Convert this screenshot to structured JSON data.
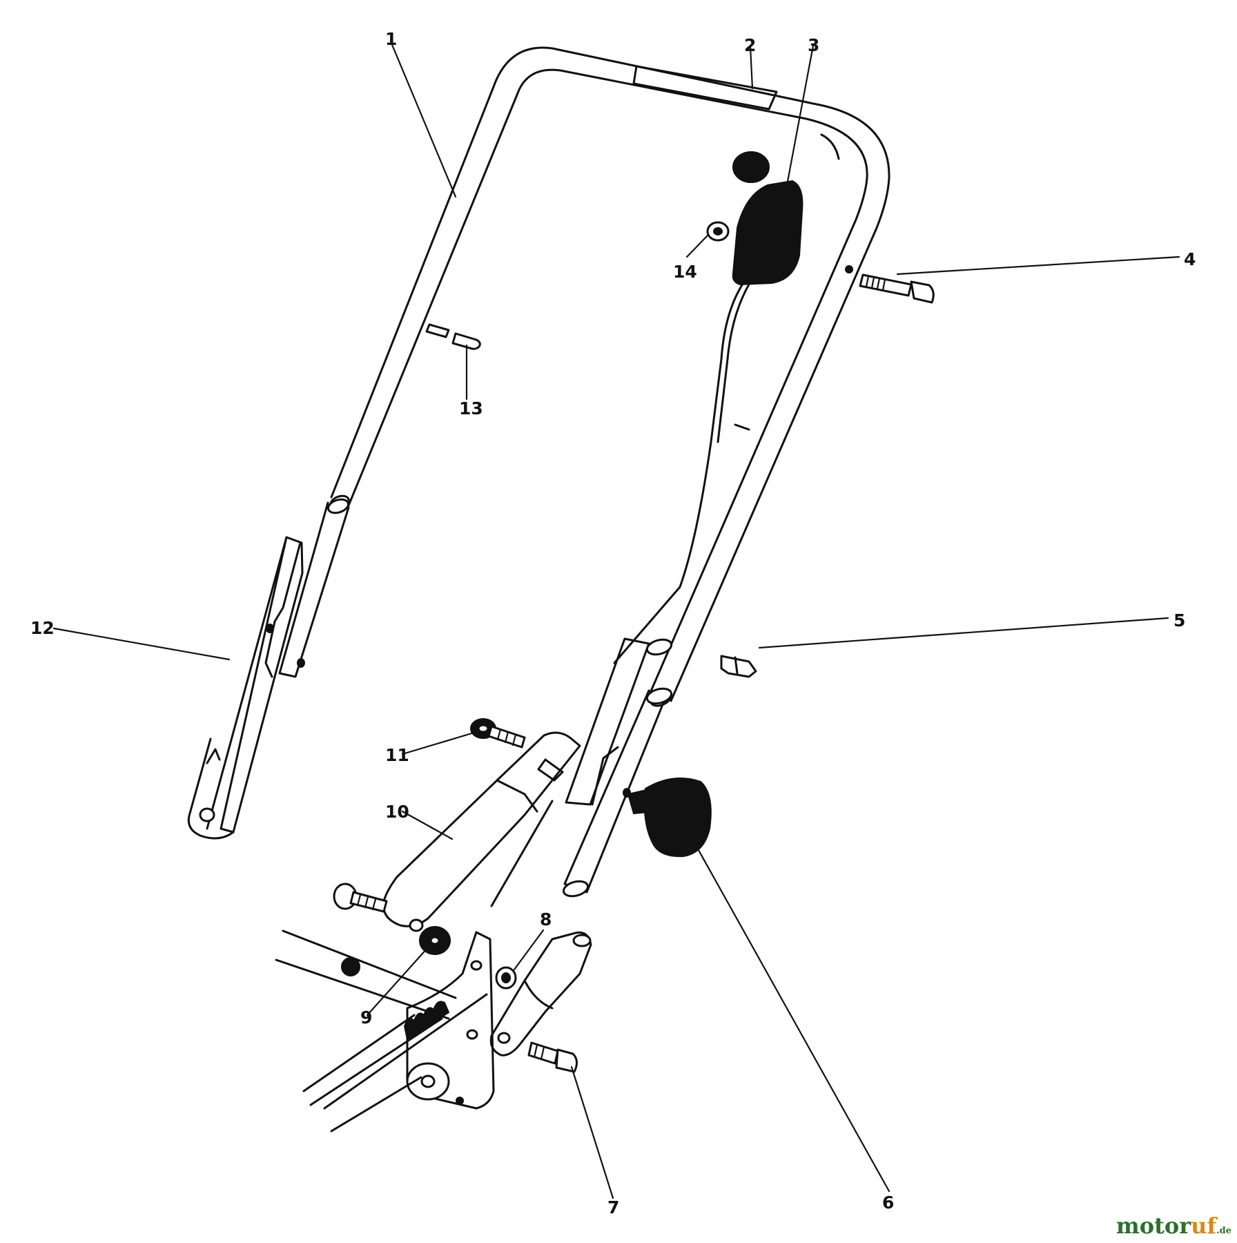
{
  "callouts": [
    {
      "id": "1",
      "label": "1"
    },
    {
      "id": "2",
      "label": "2"
    },
    {
      "id": "3",
      "label": "3"
    },
    {
      "id": "4",
      "label": "4"
    },
    {
      "id": "5",
      "label": "5"
    },
    {
      "id": "6",
      "label": "6"
    },
    {
      "id": "7",
      "label": "7"
    },
    {
      "id": "8",
      "label": "8"
    },
    {
      "id": "9",
      "label": "9"
    },
    {
      "id": "10",
      "label": "10"
    },
    {
      "id": "11",
      "label": "11"
    },
    {
      "id": "12",
      "label": "12"
    },
    {
      "id": "13",
      "label": "13"
    },
    {
      "id": "14",
      "label": "14"
    }
  ],
  "watermark": {
    "part1": "motor",
    "part2": "uf",
    "part3": ".de"
  }
}
